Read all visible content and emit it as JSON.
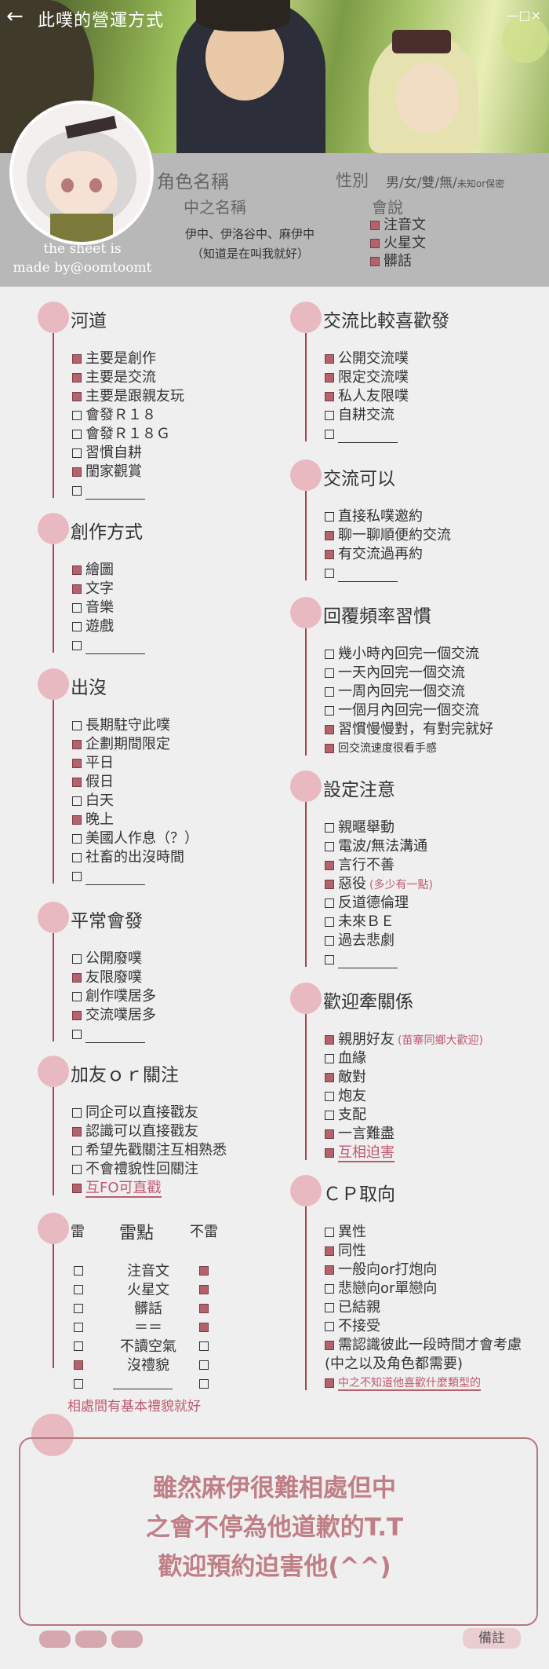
{
  "header": {
    "back": "←",
    "title": "此噗的營運方式",
    "window_controls": "—□×"
  },
  "profile": {
    "role_name": "角色名稱",
    "gender_label": "性別",
    "gender_options": "男/女/雙/無/",
    "gender_extra": "未知or保密",
    "zhongzhi_label": "中之名稱",
    "zhongzhi_name": "伊中、伊洛谷中、麻伊中",
    "zhongzhi_note": "（知道是在叫我就好）",
    "lang_label": "會說",
    "langs": [
      {
        "label": "注音文",
        "checked": true
      },
      {
        "label": "火星文",
        "checked": true
      },
      {
        "label": "髒話",
        "checked": true
      }
    ],
    "credit": [
      "the sheet is",
      "made by@oomtoomt"
    ]
  },
  "left": [
    {
      "title": "河道",
      "items": [
        {
          "label": "主要是創作",
          "checked": true
        },
        {
          "label": "主要是交流",
          "checked": true
        },
        {
          "label": "主要是跟親友玩",
          "checked": true
        },
        {
          "label": "會發Ｒ１８",
          "checked": false
        },
        {
          "label": "會發Ｒ１８Ｇ",
          "checked": false
        },
        {
          "label": "習慣自耕",
          "checked": false
        },
        {
          "label": "閨家觀賞",
          "checked": true
        },
        {
          "label": "",
          "checked": false,
          "blank": true
        }
      ]
    },
    {
      "title": "創作方式",
      "items": [
        {
          "label": "繪圖",
          "checked": true
        },
        {
          "label": "文字",
          "checked": true
        },
        {
          "label": "音樂",
          "checked": false
        },
        {
          "label": "遊戲",
          "checked": false
        },
        {
          "label": "",
          "checked": false,
          "blank": true
        }
      ]
    },
    {
      "title": "出沒",
      "items": [
        {
          "label": "長期駐守此噗",
          "checked": false
        },
        {
          "label": "企劃期間限定",
          "checked": true
        },
        {
          "label": "平日",
          "checked": true
        },
        {
          "label": "假日",
          "checked": true
        },
        {
          "label": "白天",
          "checked": false
        },
        {
          "label": "晚上",
          "checked": true
        },
        {
          "label": "美國人作息（？）",
          "checked": false
        },
        {
          "label": "社畜的出沒時間",
          "checked": false
        },
        {
          "label": "",
          "checked": false,
          "blank": true
        }
      ]
    },
    {
      "title": "平常會發",
      "items": [
        {
          "label": "公開廢噗",
          "checked": false
        },
        {
          "label": "友限廢噗",
          "checked": true
        },
        {
          "label": "創作噗居多",
          "checked": false
        },
        {
          "label": "交流噗居多",
          "checked": true
        },
        {
          "label": "",
          "checked": false,
          "blank": true
        }
      ]
    },
    {
      "title": "加友ｏｒ關注",
      "items": [
        {
          "label": "同企可以直接戳友",
          "checked": false
        },
        {
          "label": "認識可以直接戳友",
          "checked": true
        },
        {
          "label": "希望先戳關注互相熟悉",
          "checked": false
        },
        {
          "label": "不會禮貌性回關注",
          "checked": false
        },
        {
          "label": "互FO可直戳",
          "checked": true,
          "note": true
        }
      ]
    }
  ],
  "thunder": {
    "lei": "雷",
    "title": "雷點",
    "bulei": "不雷",
    "rows": [
      {
        "label": "注音文",
        "lei": false,
        "bulei": true
      },
      {
        "label": "火星文",
        "lei": false,
        "bulei": true
      },
      {
        "label": "髒話",
        "lei": false,
        "bulei": true
      },
      {
        "label": "＝＝",
        "lei": false,
        "bulei": true
      },
      {
        "label": "不讀空氣",
        "lei": false,
        "bulei": false
      },
      {
        "label": "沒禮貌",
        "lei": true,
        "bulei": false
      },
      {
        "label": "",
        "lei": false,
        "bulei": false,
        "blank": true
      }
    ],
    "note": "相處間有基本禮貌就好"
  },
  "right": [
    {
      "title": "交流比較喜歡發",
      "items": [
        {
          "label": "公開交流噗",
          "checked": true
        },
        {
          "label": "限定交流噗",
          "checked": true
        },
        {
          "label": "私人友限噗",
          "checked": true
        },
        {
          "label": "自耕交流",
          "checked": false
        },
        {
          "label": "",
          "checked": false,
          "blank": true
        }
      ]
    },
    {
      "title": "交流可以",
      "items": [
        {
          "label": "直接私噗邀約",
          "checked": false
        },
        {
          "label": "聊一聊順便約交流",
          "checked": true
        },
        {
          "label": "有交流過再約",
          "checked": true
        },
        {
          "label": "",
          "checked": false,
          "blank": true
        }
      ]
    },
    {
      "title": "回覆頻率習慣",
      "items": [
        {
          "label": "幾小時內回完一個交流",
          "checked": false
        },
        {
          "label": "一天內回完一個交流",
          "checked": false
        },
        {
          "label": "一周內回完一個交流",
          "checked": false
        },
        {
          "label": "一個月內回完一個交流",
          "checked": false
        },
        {
          "label": "習慣慢慢對，有對完就好",
          "checked": true
        },
        {
          "label": "回交流速度很看手感",
          "checked": true,
          "small": true
        }
      ]
    },
    {
      "title": "設定注意",
      "items": [
        {
          "label": "親暱舉動",
          "checked": false
        },
        {
          "label": "電波/無法溝通",
          "checked": false
        },
        {
          "label": "言行不善",
          "checked": true
        },
        {
          "label": "惡役",
          "checked": true,
          "extra": "(多少有一點)"
        },
        {
          "label": "反道德倫理",
          "checked": false
        },
        {
          "label": "未來ＢＥ",
          "checked": false
        },
        {
          "label": "過去悲劇",
          "checked": false
        },
        {
          "label": "",
          "checked": false,
          "blank": true
        }
      ]
    },
    {
      "title": "歡迎牽關係",
      "items": [
        {
          "label": "親朋好友",
          "checked": true,
          "extra": "(苗寨同鄉大歡迎)"
        },
        {
          "label": "血緣",
          "checked": false
        },
        {
          "label": "敵對",
          "checked": true
        },
        {
          "label": "炮友",
          "checked": false
        },
        {
          "label": "支配",
          "checked": false
        },
        {
          "label": "一言難盡",
          "checked": true
        },
        {
          "label": "互相迫害",
          "checked": true,
          "note": true
        }
      ]
    },
    {
      "title": "ＣＰ取向",
      "items": [
        {
          "label": "異性",
          "checked": false
        },
        {
          "label": "同性",
          "checked": true
        },
        {
          "label": "一般向or打炮向",
          "checked": true
        },
        {
          "label": "悲戀向or單戀向",
          "checked": false
        },
        {
          "label": "已結親",
          "checked": false
        },
        {
          "label": "不接受",
          "checked": false
        },
        {
          "label": "需認識彼此一段時間才會考慮",
          "checked": true
        },
        {
          "label": "(中之以及角色都需要)",
          "checked": false,
          "nobox": true
        },
        {
          "label": "中之不知道他喜歡什麼類型的",
          "checked": true,
          "small": true,
          "note": true
        }
      ]
    }
  ],
  "message": [
    "雖然麻伊很難相處但中",
    "之會不停為他道歉的T.T",
    "歡迎預約迫害他(^^)"
  ],
  "footer": {
    "note_tab": "備註"
  }
}
